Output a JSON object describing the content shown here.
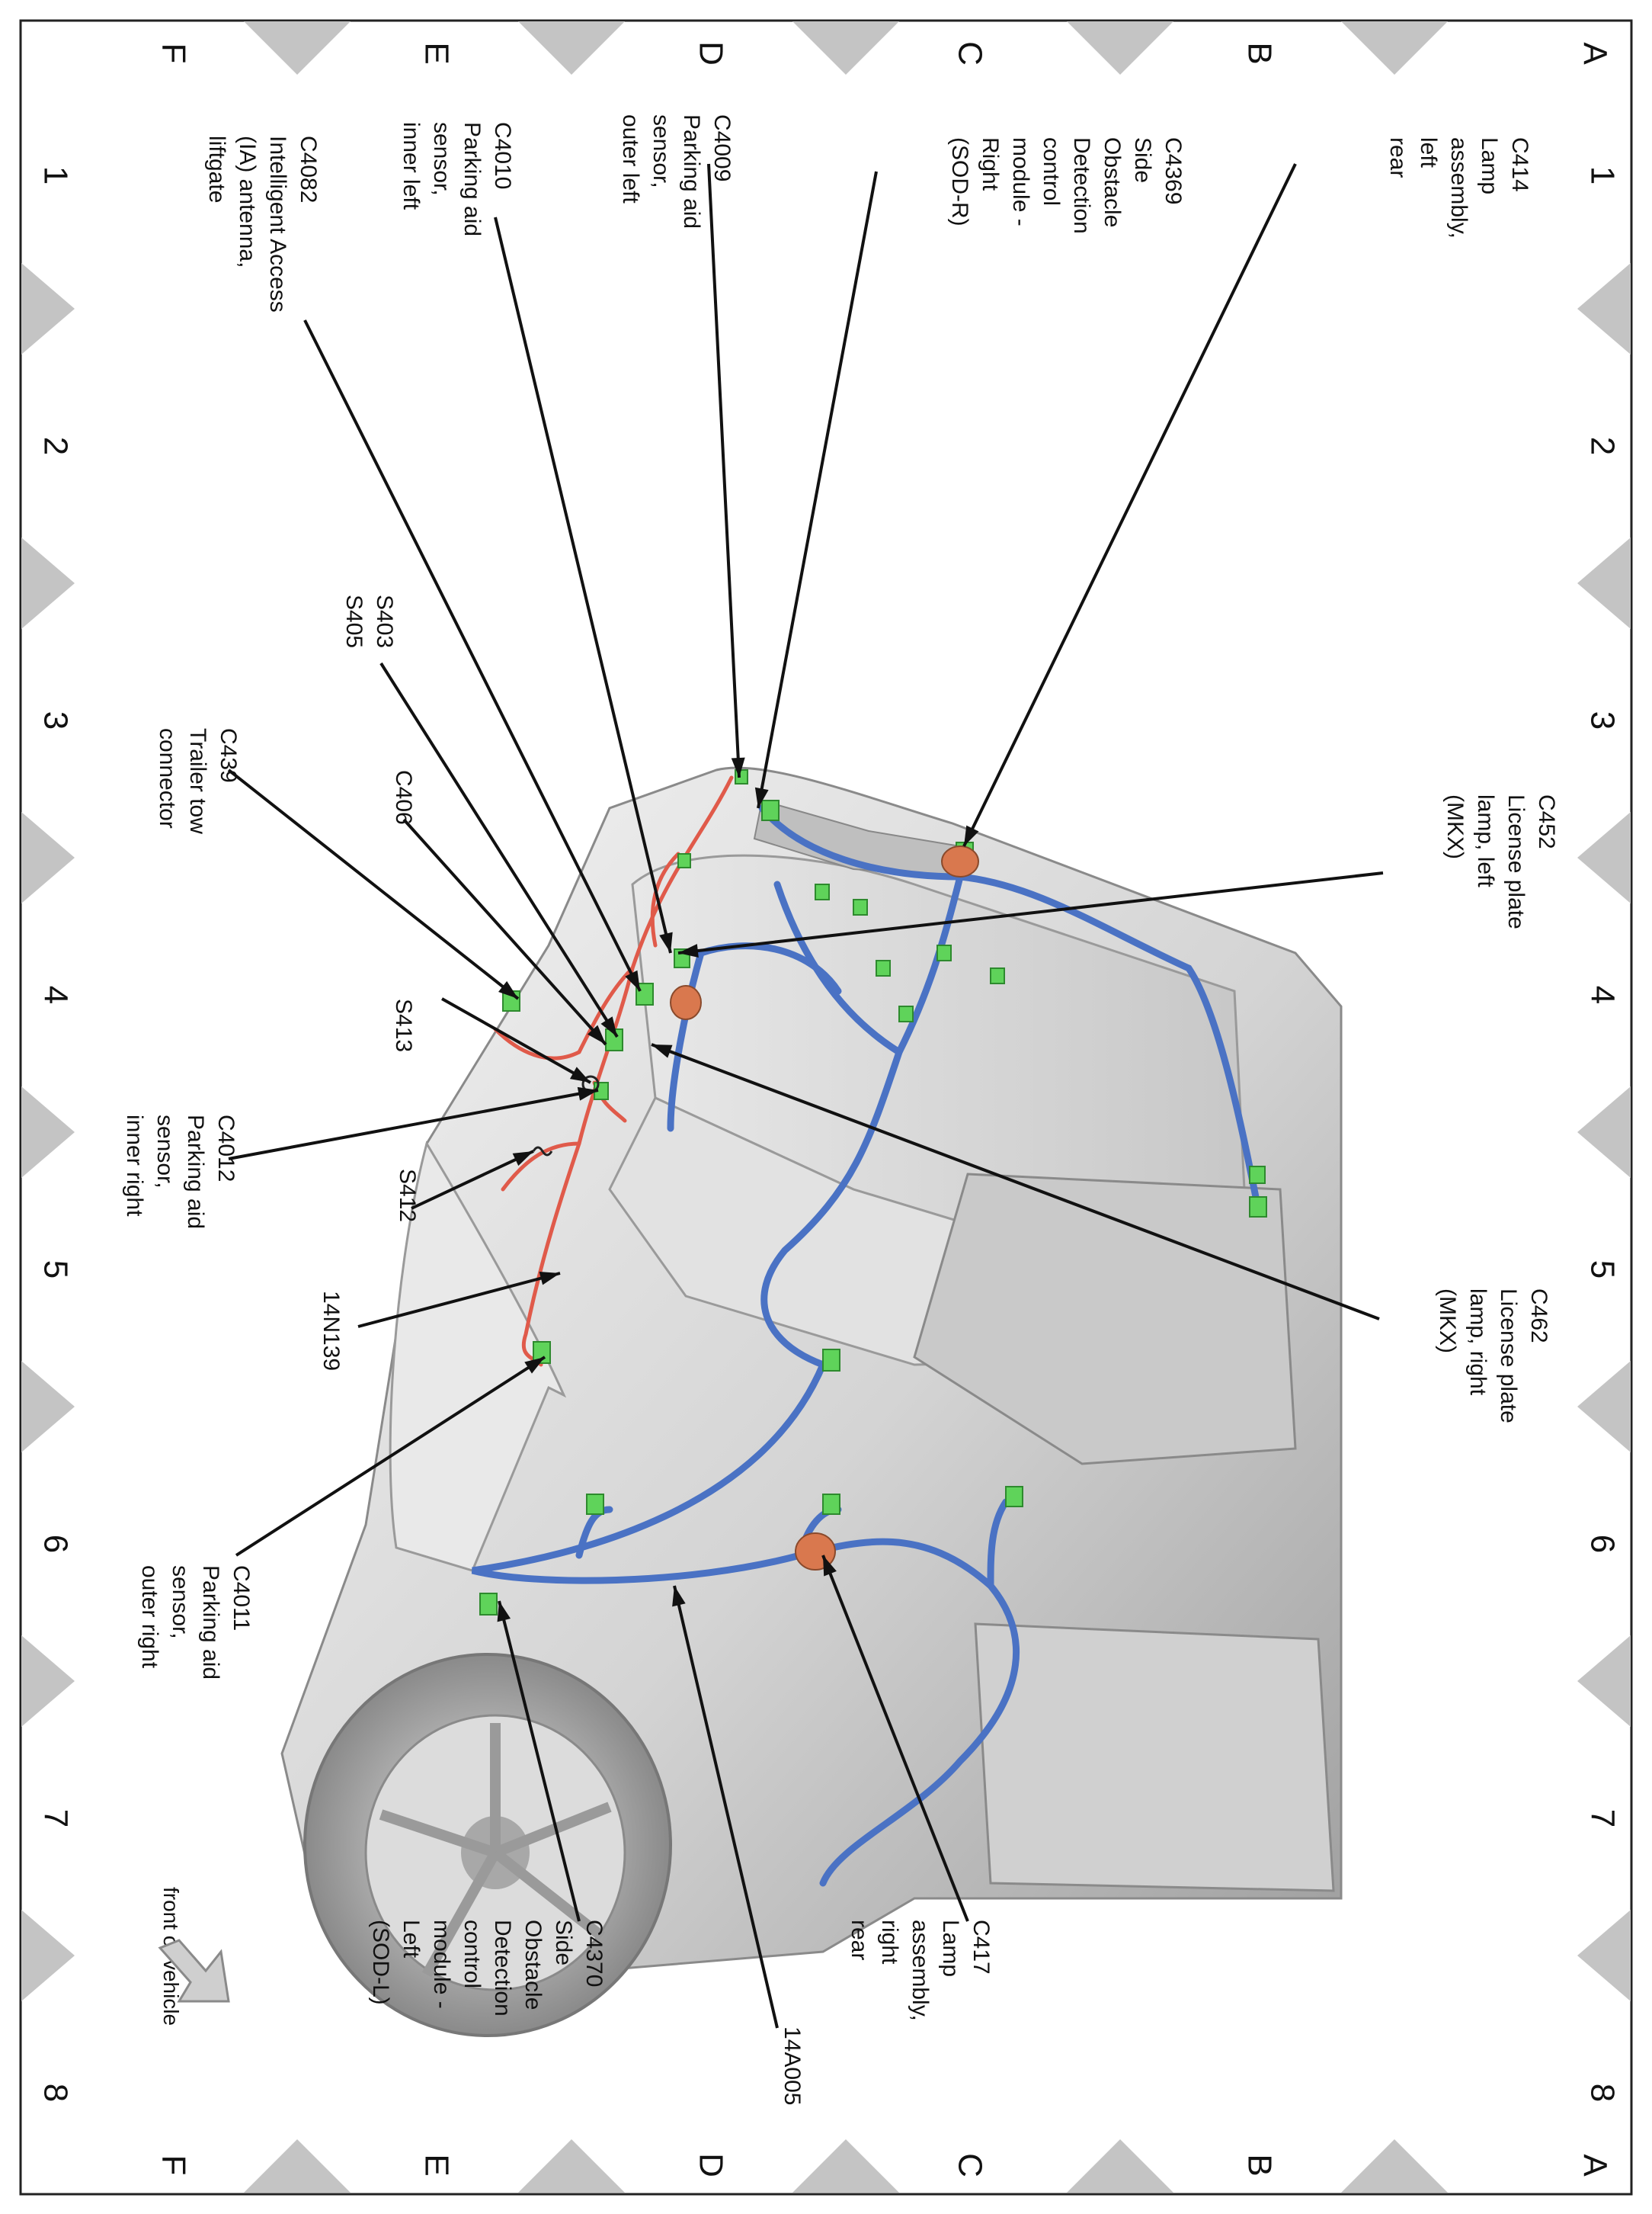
{
  "grid": {
    "rows": [
      "A",
      "B",
      "C",
      "D",
      "E",
      "F"
    ],
    "columns": [
      "1",
      "2",
      "3",
      "4",
      "5",
      "6",
      "7",
      "8"
    ]
  },
  "labels": {
    "c414": [
      "C414",
      "Lamp",
      "assembly,",
      "left",
      "rear"
    ],
    "c4369": [
      "C4369",
      "Side",
      "Obstacle",
      "Detection",
      "control",
      "module -",
      "Right",
      "(SOD-R)"
    ],
    "c4009": [
      "C4009",
      "Parking aid",
      "sensor,",
      "outer left"
    ],
    "c4010": [
      "C4010",
      "Parking aid",
      "sensor,",
      "inner left"
    ],
    "c4082": [
      "C4082",
      "Intelligent Access",
      "(IA) antenna,",
      "liftgate"
    ],
    "s403": [
      "S403",
      "S405"
    ],
    "c406": [
      "C406"
    ],
    "c439": [
      "C439",
      "Trailer tow",
      "connector"
    ],
    "s413": [
      "S413"
    ],
    "c4012": [
      "C4012",
      "Parking aid",
      "sensor,",
      "inner right"
    ],
    "s412": [
      "S412"
    ],
    "n14n139": [
      "14N139"
    ],
    "c4011": [
      "C4011",
      "Parking aid",
      "sensor,",
      "outer right"
    ],
    "c452": [
      "C452",
      "License plate",
      "lamp, left",
      "(MKX)"
    ],
    "c462": [
      "C462",
      "License plate",
      "lamp, right",
      "(MKX)"
    ],
    "c417": [
      "C417",
      "Lamp",
      "assembly,",
      "right",
      "rear"
    ],
    "c4370": [
      "C4370",
      "Side",
      "Obstacle",
      "Detection",
      "control",
      "module -",
      "Left",
      "(SOD-L)"
    ],
    "n14a005": [
      "14A005"
    ],
    "front": [
      "front of vehicle"
    ]
  },
  "colors": {
    "harness_blue": "#4a72c4",
    "harness_red": "#e05a4a",
    "connector_green": "#5fd35a",
    "grommet_orange": "#d9784e",
    "body_gray": "#d8d8d8",
    "marker_gray": "#c4c4c4"
  },
  "icons": {
    "front_arrow": "arrow-icon"
  }
}
